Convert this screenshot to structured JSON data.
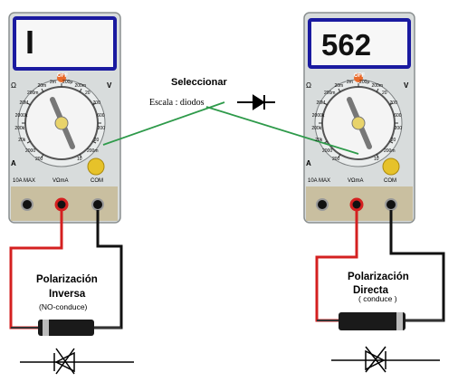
{
  "meters": [
    {
      "id": "left",
      "display_value": "I",
      "dial": {
        "off_label": "OFF",
        "labels": [
          "Ω",
          "200",
          "2000",
          "20k",
          "200k",
          "2000k",
          "20M",
          "200m",
          "20m",
          "2m",
          "200µ",
          "200m",
          "20",
          "200",
          "600",
          "200",
          "20",
          "200m",
          "10",
          "hFE",
          "A"
        ],
        "volt_label": "V",
        "amp_label": "A"
      },
      "ports": [
        "10A MAX",
        "VΩmA",
        "COM"
      ],
      "caption": {
        "line1": "Polarización",
        "line2": "Inversa",
        "line3": "(NO-conduce)"
      }
    },
    {
      "id": "right",
      "display_value": "562",
      "dial": {
        "off_label": "OFF",
        "labels": [
          "Ω",
          "200",
          "2000",
          "20k",
          "200k",
          "2000k",
          "20M",
          "200m",
          "20m",
          "2m",
          "200µ",
          "200m",
          "20",
          "200",
          "600",
          "200",
          "20",
          "200m",
          "10",
          "hFE",
          "A"
        ],
        "volt_label": "V",
        "amp_label": "A"
      },
      "ports": [
        "10A MAX",
        "VΩmA",
        "COM"
      ],
      "caption": {
        "line1": "Polarización",
        "line2": "Directa",
        "line3": "( conduce )"
      }
    }
  ],
  "center": {
    "title": "Seleccionar",
    "scale": "Escala : diodos"
  },
  "colors": {
    "meter_body": "#d8dcdc",
    "display_frame": "#1a1aa0",
    "dial": "#f4f4f4",
    "pointer_line": "#2e9a4a",
    "red_lead": "#d42020",
    "black_lead": "#111111",
    "port_panel": "#c9bfa0"
  }
}
